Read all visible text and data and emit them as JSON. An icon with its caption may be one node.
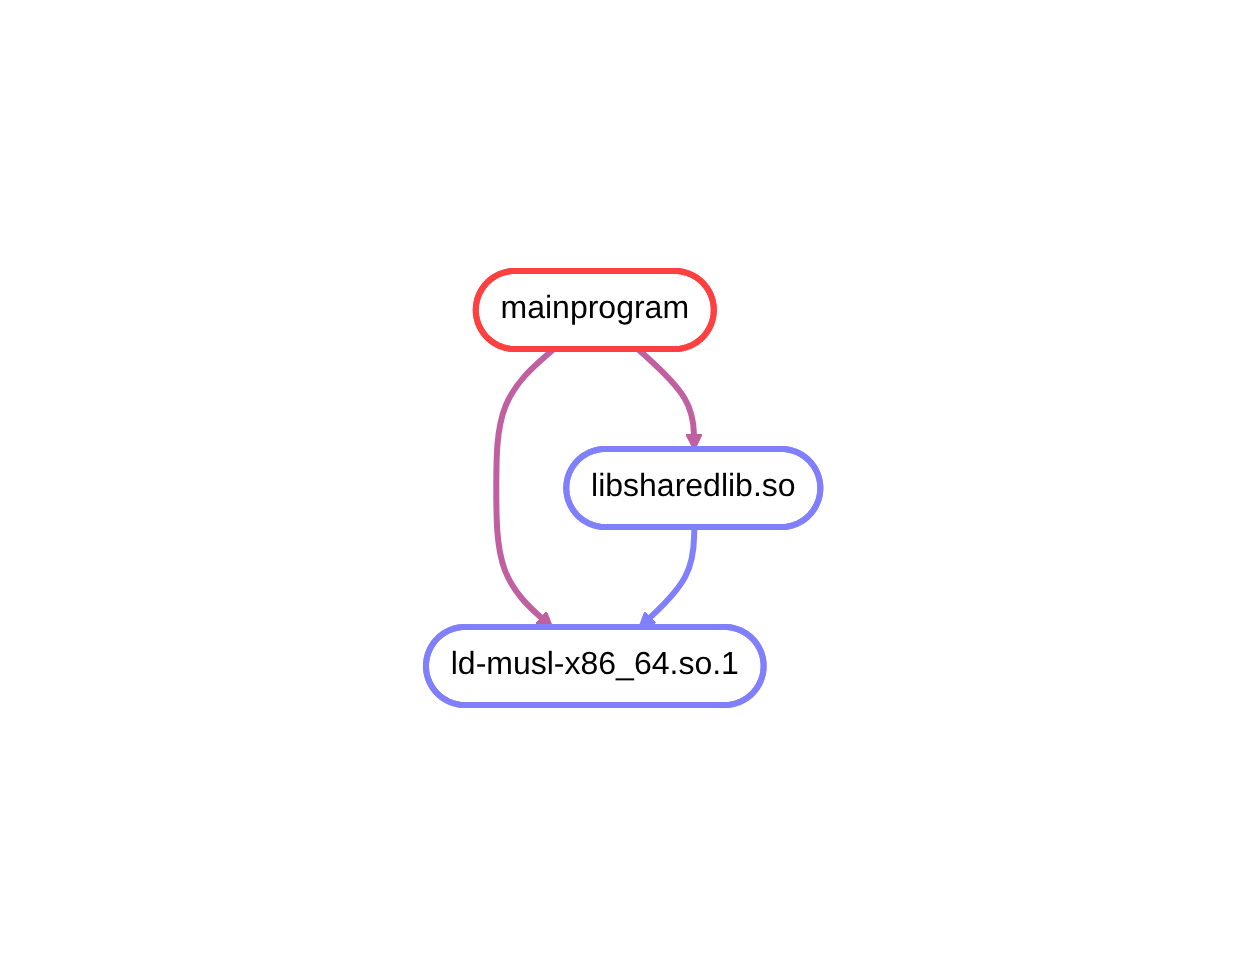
{
  "diagram": {
    "nodes": [
      {
        "text": [
          "mainprogram"
        ]
      },
      {
        "text": [
          "libsharedlib.so"
        ]
      },
      {
        "text": [
          "ld-musl-x86_64.so.1"
        ]
      }
    ],
    "edges": [
      {
        "from": 0,
        "to": 1,
        "arrow": "to"
      },
      {
        "from": 0,
        "to": 2,
        "arrow": "to"
      },
      {
        "from": 1,
        "to": 2,
        "arrow": "to",
        "color": "#8080ff"
      }
    ]
  }
}
